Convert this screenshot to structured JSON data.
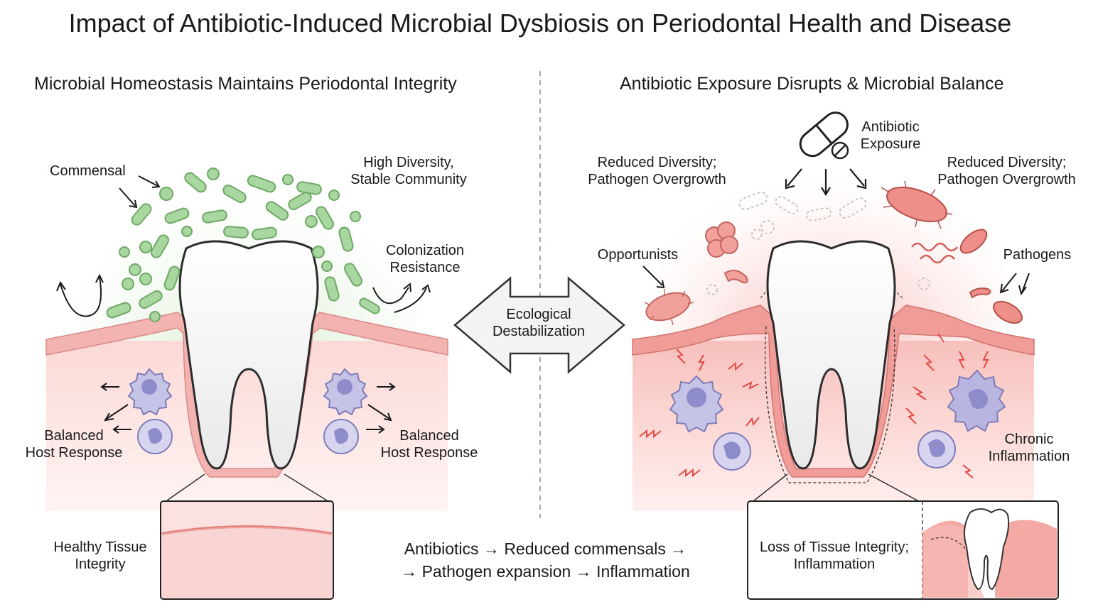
{
  "title": "Impact of Antibiotic-Induced Microbial Dysbiosis on Periodontal Health and Disease",
  "left_panel": {
    "heading": "Microbial Homeostasis Maintains Periodontal Integrity",
    "commensal_label": "Commensal",
    "diversity_label": "High Diversity,\nStable Community",
    "colonization_label": "Colonization\nResistance",
    "host_response_left": "Balanced\nHost Response",
    "host_response_right": "Balanced\nHost Response",
    "inset_label": "Healthy Tissue\nIntegrity"
  },
  "center": {
    "arrow_label": "Ecological\nDestabilization",
    "pathway_line1": "Antibiotics → Reduced commensals →",
    "pathway_line2": "→ Pathogen expansion → Inflammation"
  },
  "right_panel": {
    "heading": "Antibiotic Exposure Disrupts & Microbial Balance",
    "antibiotic_label": "Antibiotic\nExposure",
    "reduced_diversity_left": "Reduced Diversity;\nPathogen Overgrowth",
    "reduced_diversity_right": "Reduced Diversity;\nPathogen Overgrowth",
    "opportunists_label": "Opportunists",
    "pathogens_label": "Pathogens",
    "chronic_label": "Chronic\nInflammation",
    "inset_label": "Loss of Tissue Integrity;\nInflammation"
  },
  "colors": {
    "commensal_green": "#a9d7a0",
    "gum_pink": "#f6c2c0",
    "tissue_pink": "#fbe1df",
    "pathogen_red": "#e98a84",
    "immune_purple": "#b8b6e0"
  }
}
